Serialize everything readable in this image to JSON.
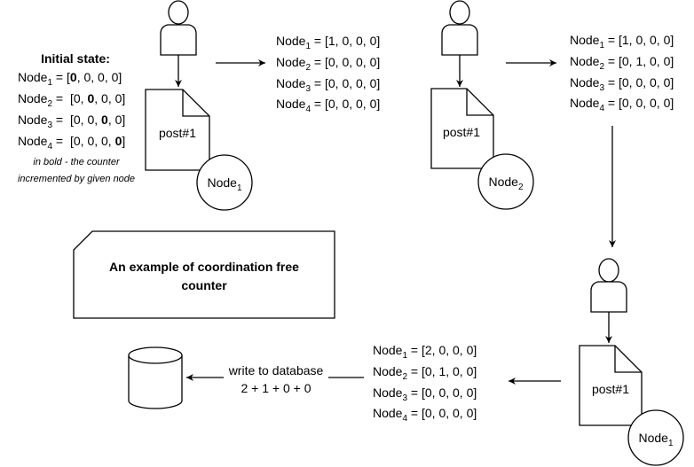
{
  "node_word": "Node",
  "initial": {
    "title": "Initial state:",
    "rows": [
      {
        "sub": "1",
        "parts": [
          "[",
          "0",
          ", 0, 0, 0]"
        ]
      },
      {
        "sub": "2",
        "parts": [
          "[0, ",
          "0",
          ", 0, 0]"
        ]
      },
      {
        "sub": "3",
        "parts": [
          "[0, 0, ",
          "0",
          ", 0]"
        ]
      },
      {
        "sub": "4",
        "parts": [
          "[0, 0, 0, ",
          "0",
          "]"
        ]
      }
    ],
    "note_line1": "in bold - the counter",
    "note_line2": "incremented by given node"
  },
  "docs": [
    {
      "label": "post#1",
      "node_sub": "1"
    },
    {
      "label": "post#1",
      "node_sub": "2"
    },
    {
      "label": "post#1",
      "node_sub": "1"
    }
  ],
  "states": [
    {
      "rows": [
        {
          "sub": "1",
          "vec": "[1, 0, 0, 0]"
        },
        {
          "sub": "2",
          "vec": "[0, 0, 0, 0]"
        },
        {
          "sub": "3",
          "vec": "[0, 0, 0, 0]"
        },
        {
          "sub": "4",
          "vec": "[0, 0, 0, 0]"
        }
      ]
    },
    {
      "rows": [
        {
          "sub": "1",
          "vec": "[1, 0, 0, 0]"
        },
        {
          "sub": "2",
          "vec": "[0, 1, 0, 0]"
        },
        {
          "sub": "3",
          "vec": "[0, 0, 0, 0]"
        },
        {
          "sub": "4",
          "vec": "[0, 0, 0, 0]"
        }
      ]
    },
    {
      "rows": [
        {
          "sub": "1",
          "vec": "[2, 0, 0, 0]"
        },
        {
          "sub": "2",
          "vec": "[0, 1, 0, 0]"
        },
        {
          "sub": "3",
          "vec": "[0, 0, 0, 0]"
        },
        {
          "sub": "4",
          "vec": "[0, 0, 0, 0]"
        }
      ]
    }
  ],
  "title_card": {
    "line1": "An example of coordination free",
    "line2": "counter"
  },
  "db_edge": {
    "line1": "write to database",
    "line2": "2 + 1 + 0 + 0"
  }
}
